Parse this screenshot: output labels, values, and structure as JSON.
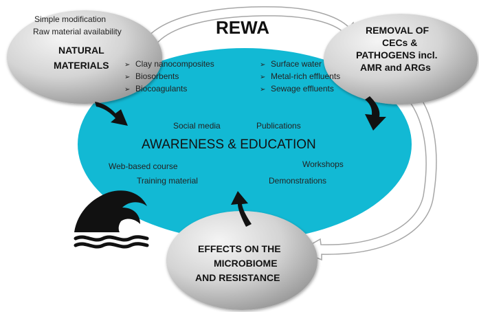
{
  "title": "REWA",
  "colors": {
    "hub_fill": "#12b9d4",
    "node_fill_light": "#f2f2f2",
    "node_fill_dark": "#9e9e9e",
    "arrow": "#111111",
    "connector_outline": "#a6a6a6"
  },
  "hub": {
    "heading": "AWARENESS & EDUCATION",
    "items": {
      "social_media": "Social media",
      "publications": "Publications",
      "web_course": "Web-based  course",
      "workshops": "Workshops",
      "training": "Training material",
      "demonstrations": "Demonstrations"
    }
  },
  "nodes": {
    "natural_materials": {
      "lines": [
        "NATURAL",
        "MATERIALS"
      ],
      "notes": [
        "Simple modification",
        "Raw material availability"
      ],
      "bullets": [
        "Clay nanocomposites",
        "Biosorbents",
        "Biocoagulants"
      ]
    },
    "removal": {
      "lines": [
        "REMOVAL OF",
        "CECs &",
        "PATHOGENS incl.",
        "AMR and ARGs"
      ],
      "bullets": [
        "Surface water",
        "Metal-rich effluents",
        "Sewage effluents"
      ]
    },
    "effects": {
      "lines": [
        "EFFECTS ON THE",
        "MICROBIOME",
        "AND RESISTANCE"
      ]
    }
  },
  "icons": {
    "wave": "wave-icon",
    "bullet_marker": "arrow-bullet-icon",
    "flow_arrow": "curved-arrow-icon"
  }
}
